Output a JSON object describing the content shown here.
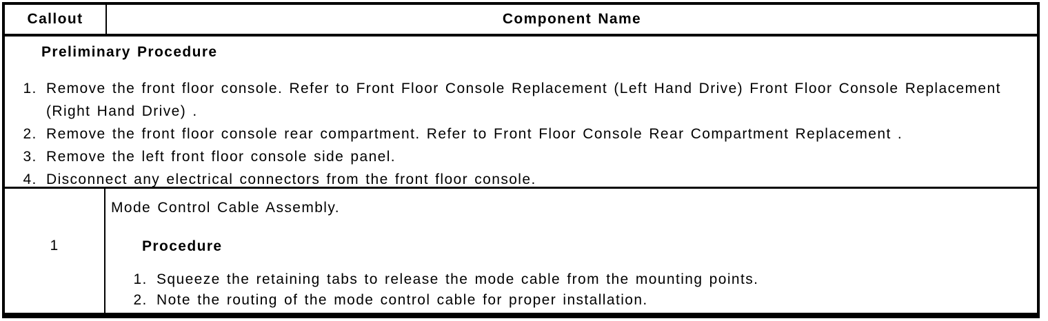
{
  "header": {
    "callout_label": "Callout",
    "component_label": "Component Name"
  },
  "preliminary": {
    "title": "Preliminary Procedure",
    "steps": [
      "Remove the front floor console. Refer to Front Floor Console Replacement (Left Hand Drive) Front Floor Console Replacement (Right Hand Drive) .",
      "Remove the front floor console rear compartment. Refer to Front Floor Console Rear Compartment Replacement .",
      "Remove the left front floor console side panel.",
      "Disconnect any electrical connectors from the front floor console."
    ]
  },
  "components": [
    {
      "callout": "1",
      "name": "Mode Control Cable Assembly.",
      "procedure_title": "Procedure",
      "steps": [
        "Squeeze the retaining tabs to release the mode cable from the mounting points.",
        "Note the routing of the mode control cable for proper installation."
      ]
    }
  ],
  "colors": {
    "text": "#000000",
    "background": "#ffffff",
    "border": "#000000"
  }
}
